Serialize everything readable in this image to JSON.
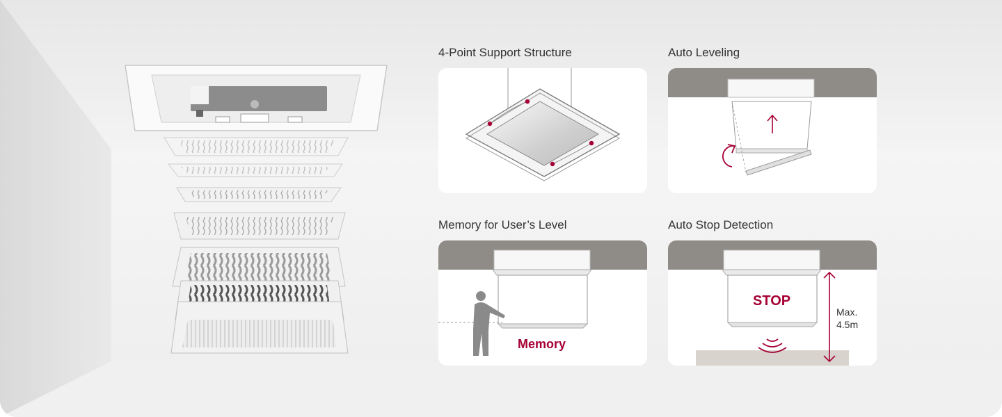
{
  "features": [
    {
      "title": "4-Point Support Structure"
    },
    {
      "title": "Auto Leveling"
    },
    {
      "title": "Memory for User’s Level",
      "label": "Memory"
    },
    {
      "title": "Auto Stop Detection",
      "stop_label": "STOP",
      "height_label": "Max.\n4.5m"
    }
  ],
  "colors": {
    "accent": "#a50034",
    "ceiling_band": "#8f8b87",
    "floor": "#d8d3cd",
    "card_bg": "#ffffff"
  },
  "icons": {
    "main_illustration": "exploded-cassette-air-conditioner",
    "support": "suspended-panel-illustration",
    "leveling": "auto-leveling-arrows",
    "memory": "person-silhouette",
    "stop": "sensor-waves"
  }
}
